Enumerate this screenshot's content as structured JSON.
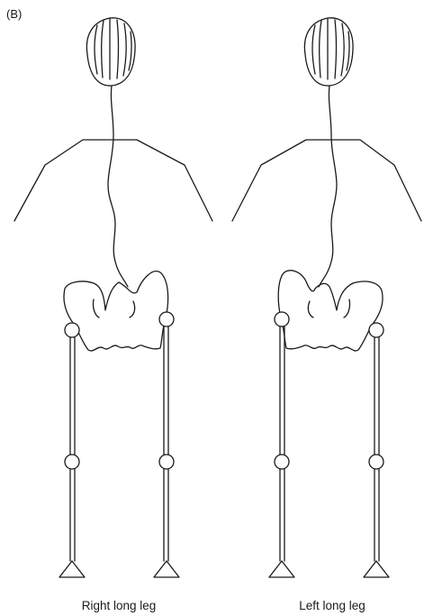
{
  "figure": {
    "panel_label": "(B)",
    "left_caption": "Right long leg",
    "right_caption": "Left long leg"
  },
  "colors": {
    "ink": "#1a1a1a",
    "background": "#ffffff"
  }
}
